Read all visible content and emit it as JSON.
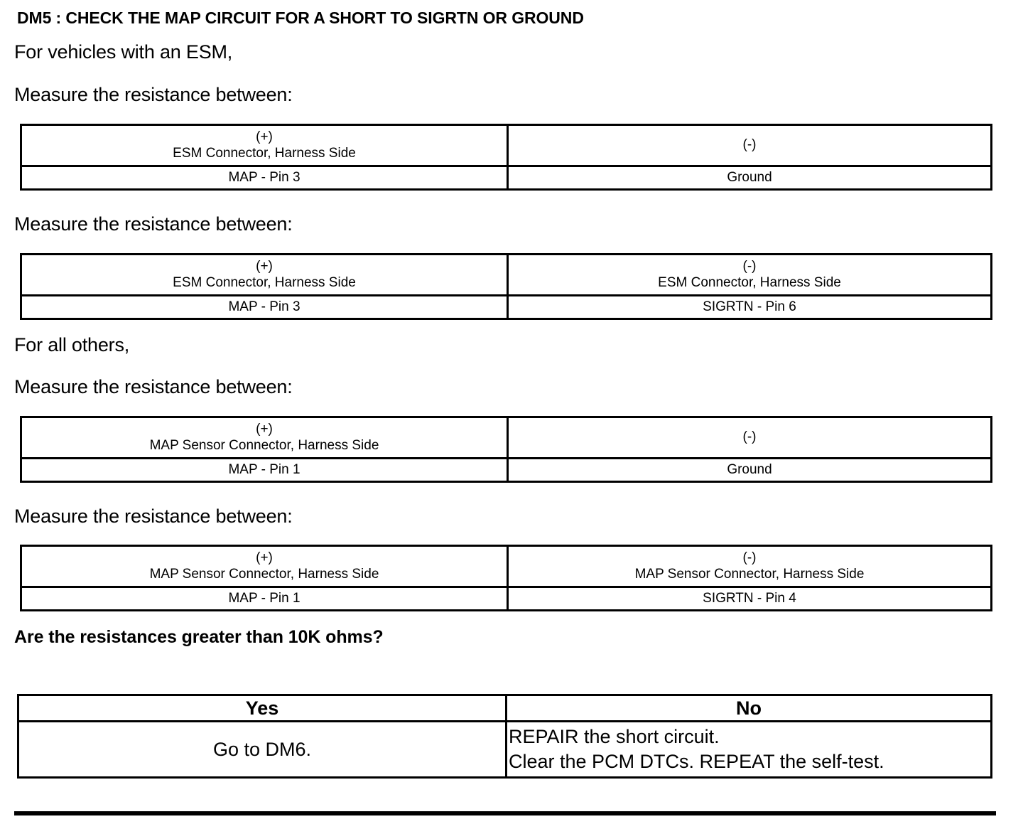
{
  "document": {
    "title": "DM5 : CHECK THE MAP CIRCUIT FOR A SHORT TO SIGRTN OR GROUND",
    "intro_esm": "For vehicles with an ESM,",
    "intro_others": "For all others,",
    "measure_label_1": "Measure the resistance between:",
    "measure_label_2": "Measure the resistance between:",
    "measure_label_3": "Measure the resistance between:",
    "measure_label_4": "Measure the resistance between:",
    "question": "Are the resistances greater than 10K ohms?"
  },
  "tables": [
    {
      "id": "esm-map-pin3-to-ground",
      "header": {
        "positive_sign": "(+)",
        "positive_source": "ESM Connector, Harness Side",
        "negative_sign": "(-)",
        "negative_source": ""
      },
      "row": {
        "positive_value": "MAP - Pin 3",
        "negative_value": "Ground"
      }
    },
    {
      "id": "esm-map-pin3-to-sigrtn-pin6",
      "header": {
        "positive_sign": "(+)",
        "positive_source": "ESM Connector, Harness Side",
        "negative_sign": "(-)",
        "negative_source": "ESM Connector, Harness Side"
      },
      "row": {
        "positive_value": "MAP - Pin 3",
        "negative_value": "SIGRTN - Pin 6"
      }
    },
    {
      "id": "map-sensor-pin1-to-ground",
      "header": {
        "positive_sign": "(+)",
        "positive_source": "MAP Sensor Connector, Harness Side",
        "negative_sign": "(-)",
        "negative_source": ""
      },
      "row": {
        "positive_value": "MAP - Pin 1",
        "negative_value": "Ground"
      }
    },
    {
      "id": "map-sensor-pin1-to-sigrtn-pin4",
      "header": {
        "positive_sign": "(+)",
        "positive_source": "MAP Sensor Connector, Harness Side",
        "negative_sign": "(-)",
        "negative_source": "MAP Sensor Connector, Harness Side"
      },
      "row": {
        "positive_value": "MAP - Pin 1",
        "negative_value": "SIGRTN - Pin 4"
      }
    }
  ],
  "decision": {
    "yes_header": "Yes",
    "no_header": "No",
    "yes_action": "Go to DM6.",
    "no_action_line1": "REPAIR the short circuit.",
    "no_action_line2": "Clear the PCM DTCs. REPEAT the self-test."
  }
}
